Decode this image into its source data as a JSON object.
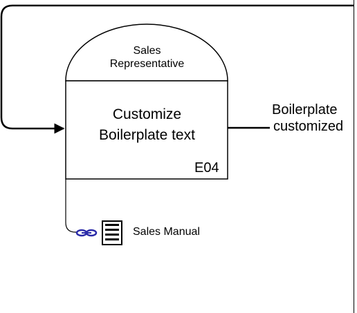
{
  "activity": {
    "role_line1": "Sales",
    "role_line2": "Representative",
    "title_line1": "Customize",
    "title_line2": "Boilerplate text",
    "code": "E04"
  },
  "output": {
    "line1": "Boilerplate",
    "line2": "customized"
  },
  "resource": {
    "label": "Sales Manual",
    "link_icon": "chain-link-icon",
    "doc_icon": "document-icon"
  }
}
